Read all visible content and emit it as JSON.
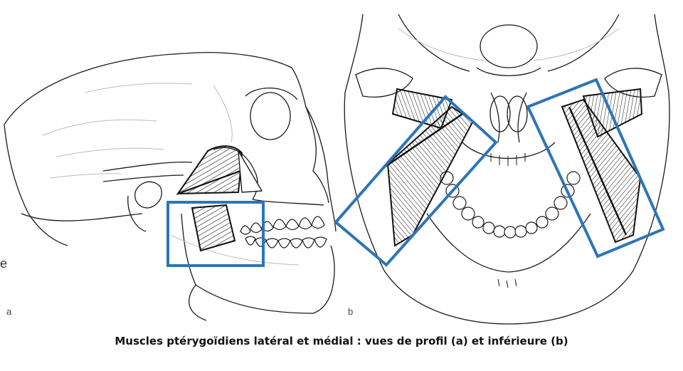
{
  "panels": {
    "a_label": "a",
    "b_label": "b",
    "stray_letter": "e"
  },
  "caption": "Muscles ptérygoïdiens latéral et médial : vues de profil (a) et inférieure (b)",
  "colors": {
    "highlight_box": "#2e75b6",
    "line_art": "#1a1a1a",
    "muscle_hatch": "#222222"
  },
  "icons": []
}
